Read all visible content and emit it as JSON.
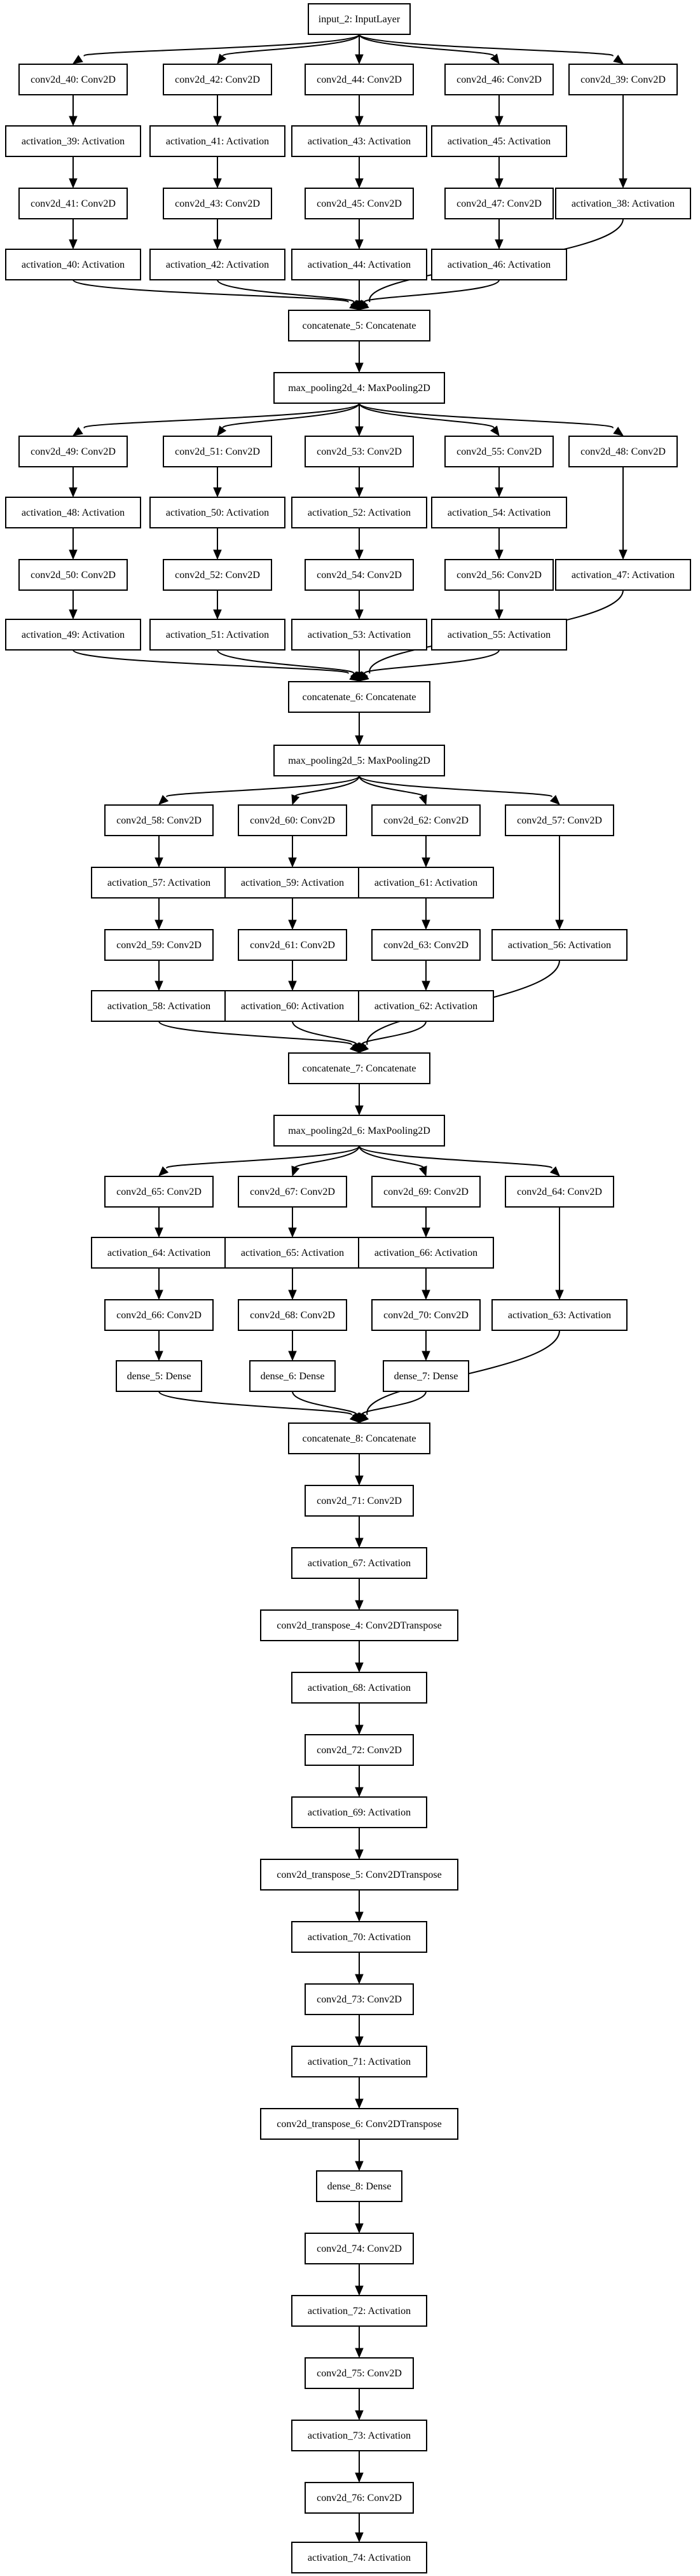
{
  "diagram": {
    "type": "model-graph",
    "nodes": [
      {
        "id": "input_2",
        "label": "input_2: InputLayer"
      },
      {
        "id": "conv2d_40",
        "label": "conv2d_40: Conv2D"
      },
      {
        "id": "conv2d_42",
        "label": "conv2d_42: Conv2D"
      },
      {
        "id": "conv2d_44",
        "label": "conv2d_44: Conv2D"
      },
      {
        "id": "conv2d_46",
        "label": "conv2d_46: Conv2D"
      },
      {
        "id": "conv2d_39",
        "label": "conv2d_39: Conv2D"
      },
      {
        "id": "activation_39",
        "label": "activation_39: Activation"
      },
      {
        "id": "activation_41",
        "label": "activation_41: Activation"
      },
      {
        "id": "activation_43",
        "label": "activation_43: Activation"
      },
      {
        "id": "activation_45",
        "label": "activation_45: Activation"
      },
      {
        "id": "activation_38",
        "label": "activation_38: Activation"
      },
      {
        "id": "conv2d_41",
        "label": "conv2d_41: Conv2D"
      },
      {
        "id": "conv2d_43",
        "label": "conv2d_43: Conv2D"
      },
      {
        "id": "conv2d_45",
        "label": "conv2d_45: Conv2D"
      },
      {
        "id": "conv2d_47",
        "label": "conv2d_47: Conv2D"
      },
      {
        "id": "activation_40",
        "label": "activation_40: Activation"
      },
      {
        "id": "activation_42",
        "label": "activation_42: Activation"
      },
      {
        "id": "activation_44",
        "label": "activation_44: Activation"
      },
      {
        "id": "activation_46",
        "label": "activation_46: Activation"
      },
      {
        "id": "concatenate_5",
        "label": "concatenate_5: Concatenate"
      },
      {
        "id": "max_pooling2d_4",
        "label": "max_pooling2d_4: MaxPooling2D"
      },
      {
        "id": "conv2d_49",
        "label": "conv2d_49: Conv2D"
      },
      {
        "id": "conv2d_51",
        "label": "conv2d_51: Conv2D"
      },
      {
        "id": "conv2d_53",
        "label": "conv2d_53: Conv2D"
      },
      {
        "id": "conv2d_55",
        "label": "conv2d_55: Conv2D"
      },
      {
        "id": "conv2d_48",
        "label": "conv2d_48: Conv2D"
      },
      {
        "id": "activation_48",
        "label": "activation_48: Activation"
      },
      {
        "id": "activation_50",
        "label": "activation_50: Activation"
      },
      {
        "id": "activation_52",
        "label": "activation_52: Activation"
      },
      {
        "id": "activation_54",
        "label": "activation_54: Activation"
      },
      {
        "id": "activation_47",
        "label": "activation_47: Activation"
      },
      {
        "id": "conv2d_50",
        "label": "conv2d_50: Conv2D"
      },
      {
        "id": "conv2d_52",
        "label": "conv2d_52: Conv2D"
      },
      {
        "id": "conv2d_54",
        "label": "conv2d_54: Conv2D"
      },
      {
        "id": "conv2d_56",
        "label": "conv2d_56: Conv2D"
      },
      {
        "id": "activation_49",
        "label": "activation_49: Activation"
      },
      {
        "id": "activation_51",
        "label": "activation_51: Activation"
      },
      {
        "id": "activation_53",
        "label": "activation_53: Activation"
      },
      {
        "id": "activation_55",
        "label": "activation_55: Activation"
      },
      {
        "id": "concatenate_6",
        "label": "concatenate_6: Concatenate"
      },
      {
        "id": "max_pooling2d_5",
        "label": "max_pooling2d_5: MaxPooling2D"
      },
      {
        "id": "conv2d_58",
        "label": "conv2d_58: Conv2D"
      },
      {
        "id": "conv2d_60",
        "label": "conv2d_60: Conv2D"
      },
      {
        "id": "conv2d_62",
        "label": "conv2d_62: Conv2D"
      },
      {
        "id": "conv2d_57",
        "label": "conv2d_57: Conv2D"
      },
      {
        "id": "activation_57",
        "label": "activation_57: Activation"
      },
      {
        "id": "activation_59",
        "label": "activation_59: Activation"
      },
      {
        "id": "activation_61",
        "label": "activation_61: Activation"
      },
      {
        "id": "activation_56",
        "label": "activation_56: Activation"
      },
      {
        "id": "conv2d_59",
        "label": "conv2d_59: Conv2D"
      },
      {
        "id": "conv2d_61",
        "label": "conv2d_61: Conv2D"
      },
      {
        "id": "conv2d_63",
        "label": "conv2d_63: Conv2D"
      },
      {
        "id": "activation_58",
        "label": "activation_58: Activation"
      },
      {
        "id": "activation_60",
        "label": "activation_60: Activation"
      },
      {
        "id": "activation_62",
        "label": "activation_62: Activation"
      },
      {
        "id": "concatenate_7",
        "label": "concatenate_7: Concatenate"
      },
      {
        "id": "max_pooling2d_6",
        "label": "max_pooling2d_6: MaxPooling2D"
      },
      {
        "id": "conv2d_65",
        "label": "conv2d_65: Conv2D"
      },
      {
        "id": "conv2d_67",
        "label": "conv2d_67: Conv2D"
      },
      {
        "id": "conv2d_69",
        "label": "conv2d_69: Conv2D"
      },
      {
        "id": "conv2d_64",
        "label": "conv2d_64: Conv2D"
      },
      {
        "id": "activation_64",
        "label": "activation_64: Activation"
      },
      {
        "id": "activation_65",
        "label": "activation_65: Activation"
      },
      {
        "id": "activation_66",
        "label": "activation_66: Activation"
      },
      {
        "id": "activation_63",
        "label": "activation_63: Activation"
      },
      {
        "id": "conv2d_66",
        "label": "conv2d_66: Conv2D"
      },
      {
        "id": "conv2d_68",
        "label": "conv2d_68: Conv2D"
      },
      {
        "id": "conv2d_70",
        "label": "conv2d_70: Conv2D"
      },
      {
        "id": "dense_5",
        "label": "dense_5: Dense"
      },
      {
        "id": "dense_6",
        "label": "dense_6: Dense"
      },
      {
        "id": "dense_7",
        "label": "dense_7: Dense"
      },
      {
        "id": "concatenate_8",
        "label": "concatenate_8: Concatenate"
      },
      {
        "id": "conv2d_71",
        "label": "conv2d_71: Conv2D"
      },
      {
        "id": "activation_67",
        "label": "activation_67: Activation"
      },
      {
        "id": "conv2d_transpose_4",
        "label": "conv2d_transpose_4: Conv2DTranspose"
      },
      {
        "id": "activation_68",
        "label": "activation_68: Activation"
      },
      {
        "id": "conv2d_72",
        "label": "conv2d_72: Conv2D"
      },
      {
        "id": "activation_69",
        "label": "activation_69: Activation"
      },
      {
        "id": "conv2d_transpose_5",
        "label": "conv2d_transpose_5: Conv2DTranspose"
      },
      {
        "id": "activation_70",
        "label": "activation_70: Activation"
      },
      {
        "id": "conv2d_73",
        "label": "conv2d_73: Conv2D"
      },
      {
        "id": "activation_71",
        "label": "activation_71: Activation"
      },
      {
        "id": "conv2d_transpose_6",
        "label": "conv2d_transpose_6: Conv2DTranspose"
      },
      {
        "id": "dense_8",
        "label": "dense_8: Dense"
      },
      {
        "id": "conv2d_74",
        "label": "conv2d_74: Conv2D"
      },
      {
        "id": "activation_72",
        "label": "activation_72: Activation"
      },
      {
        "id": "conv2d_75",
        "label": "conv2d_75: Conv2D"
      },
      {
        "id": "activation_73",
        "label": "activation_73: Activation"
      },
      {
        "id": "conv2d_76",
        "label": "conv2d_76: Conv2D"
      },
      {
        "id": "activation_74",
        "label": "activation_74: Activation"
      }
    ],
    "edges": [
      [
        "input_2",
        "conv2d_40"
      ],
      [
        "input_2",
        "conv2d_42"
      ],
      [
        "input_2",
        "conv2d_44"
      ],
      [
        "input_2",
        "conv2d_46"
      ],
      [
        "input_2",
        "conv2d_39"
      ],
      [
        "conv2d_40",
        "activation_39"
      ],
      [
        "conv2d_42",
        "activation_41"
      ],
      [
        "conv2d_44",
        "activation_43"
      ],
      [
        "conv2d_46",
        "activation_45"
      ],
      [
        "conv2d_39",
        "activation_38"
      ],
      [
        "activation_39",
        "conv2d_41"
      ],
      [
        "activation_41",
        "conv2d_43"
      ],
      [
        "activation_43",
        "conv2d_45"
      ],
      [
        "activation_45",
        "conv2d_47"
      ],
      [
        "conv2d_41",
        "activation_40"
      ],
      [
        "conv2d_43",
        "activation_42"
      ],
      [
        "conv2d_45",
        "activation_44"
      ],
      [
        "conv2d_47",
        "activation_46"
      ],
      [
        "activation_40",
        "concatenate_5"
      ],
      [
        "activation_42",
        "concatenate_5"
      ],
      [
        "activation_44",
        "concatenate_5"
      ],
      [
        "activation_46",
        "concatenate_5"
      ],
      [
        "activation_38",
        "concatenate_5"
      ],
      [
        "concatenate_5",
        "max_pooling2d_4"
      ],
      [
        "max_pooling2d_4",
        "conv2d_49"
      ],
      [
        "max_pooling2d_4",
        "conv2d_51"
      ],
      [
        "max_pooling2d_4",
        "conv2d_53"
      ],
      [
        "max_pooling2d_4",
        "conv2d_55"
      ],
      [
        "max_pooling2d_4",
        "conv2d_48"
      ],
      [
        "conv2d_49",
        "activation_48"
      ],
      [
        "conv2d_51",
        "activation_50"
      ],
      [
        "conv2d_53",
        "activation_52"
      ],
      [
        "conv2d_55",
        "activation_54"
      ],
      [
        "conv2d_48",
        "activation_47"
      ],
      [
        "activation_48",
        "conv2d_50"
      ],
      [
        "activation_50",
        "conv2d_52"
      ],
      [
        "activation_52",
        "conv2d_54"
      ],
      [
        "activation_54",
        "conv2d_56"
      ],
      [
        "conv2d_50",
        "activation_49"
      ],
      [
        "conv2d_52",
        "activation_51"
      ],
      [
        "conv2d_54",
        "activation_53"
      ],
      [
        "conv2d_56",
        "activation_55"
      ],
      [
        "activation_49",
        "concatenate_6"
      ],
      [
        "activation_51",
        "concatenate_6"
      ],
      [
        "activation_53",
        "concatenate_6"
      ],
      [
        "activation_55",
        "concatenate_6"
      ],
      [
        "activation_47",
        "concatenate_6"
      ],
      [
        "concatenate_6",
        "max_pooling2d_5"
      ],
      [
        "max_pooling2d_5",
        "conv2d_58"
      ],
      [
        "max_pooling2d_5",
        "conv2d_60"
      ],
      [
        "max_pooling2d_5",
        "conv2d_62"
      ],
      [
        "max_pooling2d_5",
        "conv2d_57"
      ],
      [
        "conv2d_58",
        "activation_57"
      ],
      [
        "conv2d_60",
        "activation_59"
      ],
      [
        "conv2d_62",
        "activation_61"
      ],
      [
        "conv2d_57",
        "activation_56"
      ],
      [
        "activation_57",
        "conv2d_59"
      ],
      [
        "activation_59",
        "conv2d_61"
      ],
      [
        "activation_61",
        "conv2d_63"
      ],
      [
        "conv2d_59",
        "activation_58"
      ],
      [
        "conv2d_61",
        "activation_60"
      ],
      [
        "conv2d_63",
        "activation_62"
      ],
      [
        "activation_58",
        "concatenate_7"
      ],
      [
        "activation_60",
        "concatenate_7"
      ],
      [
        "activation_62",
        "concatenate_7"
      ],
      [
        "activation_56",
        "concatenate_7"
      ],
      [
        "concatenate_7",
        "max_pooling2d_6"
      ],
      [
        "max_pooling2d_6",
        "conv2d_65"
      ],
      [
        "max_pooling2d_6",
        "conv2d_67"
      ],
      [
        "max_pooling2d_6",
        "conv2d_69"
      ],
      [
        "max_pooling2d_6",
        "conv2d_64"
      ],
      [
        "conv2d_65",
        "activation_64"
      ],
      [
        "conv2d_67",
        "activation_65"
      ],
      [
        "conv2d_69",
        "activation_66"
      ],
      [
        "conv2d_64",
        "activation_63"
      ],
      [
        "activation_64",
        "conv2d_66"
      ],
      [
        "activation_65",
        "conv2d_68"
      ],
      [
        "activation_66",
        "conv2d_70"
      ],
      [
        "conv2d_66",
        "dense_5"
      ],
      [
        "conv2d_68",
        "dense_6"
      ],
      [
        "conv2d_70",
        "dense_7"
      ],
      [
        "dense_5",
        "concatenate_8"
      ],
      [
        "dense_6",
        "concatenate_8"
      ],
      [
        "dense_7",
        "concatenate_8"
      ],
      [
        "activation_63",
        "concatenate_8"
      ],
      [
        "concatenate_8",
        "conv2d_71"
      ],
      [
        "conv2d_71",
        "activation_67"
      ],
      [
        "activation_67",
        "conv2d_transpose_4"
      ],
      [
        "conv2d_transpose_4",
        "activation_68"
      ],
      [
        "activation_68",
        "conv2d_72"
      ],
      [
        "conv2d_72",
        "activation_69"
      ],
      [
        "activation_69",
        "conv2d_transpose_5"
      ],
      [
        "conv2d_transpose_5",
        "activation_70"
      ],
      [
        "activation_70",
        "conv2d_73"
      ],
      [
        "conv2d_73",
        "activation_71"
      ],
      [
        "activation_71",
        "conv2d_transpose_6"
      ],
      [
        "conv2d_transpose_6",
        "dense_8"
      ],
      [
        "dense_8",
        "conv2d_74"
      ],
      [
        "conv2d_74",
        "activation_72"
      ],
      [
        "activation_72",
        "conv2d_75"
      ],
      [
        "conv2d_75",
        "activation_73"
      ],
      [
        "activation_73",
        "conv2d_76"
      ],
      [
        "conv2d_76",
        "activation_74"
      ]
    ]
  }
}
